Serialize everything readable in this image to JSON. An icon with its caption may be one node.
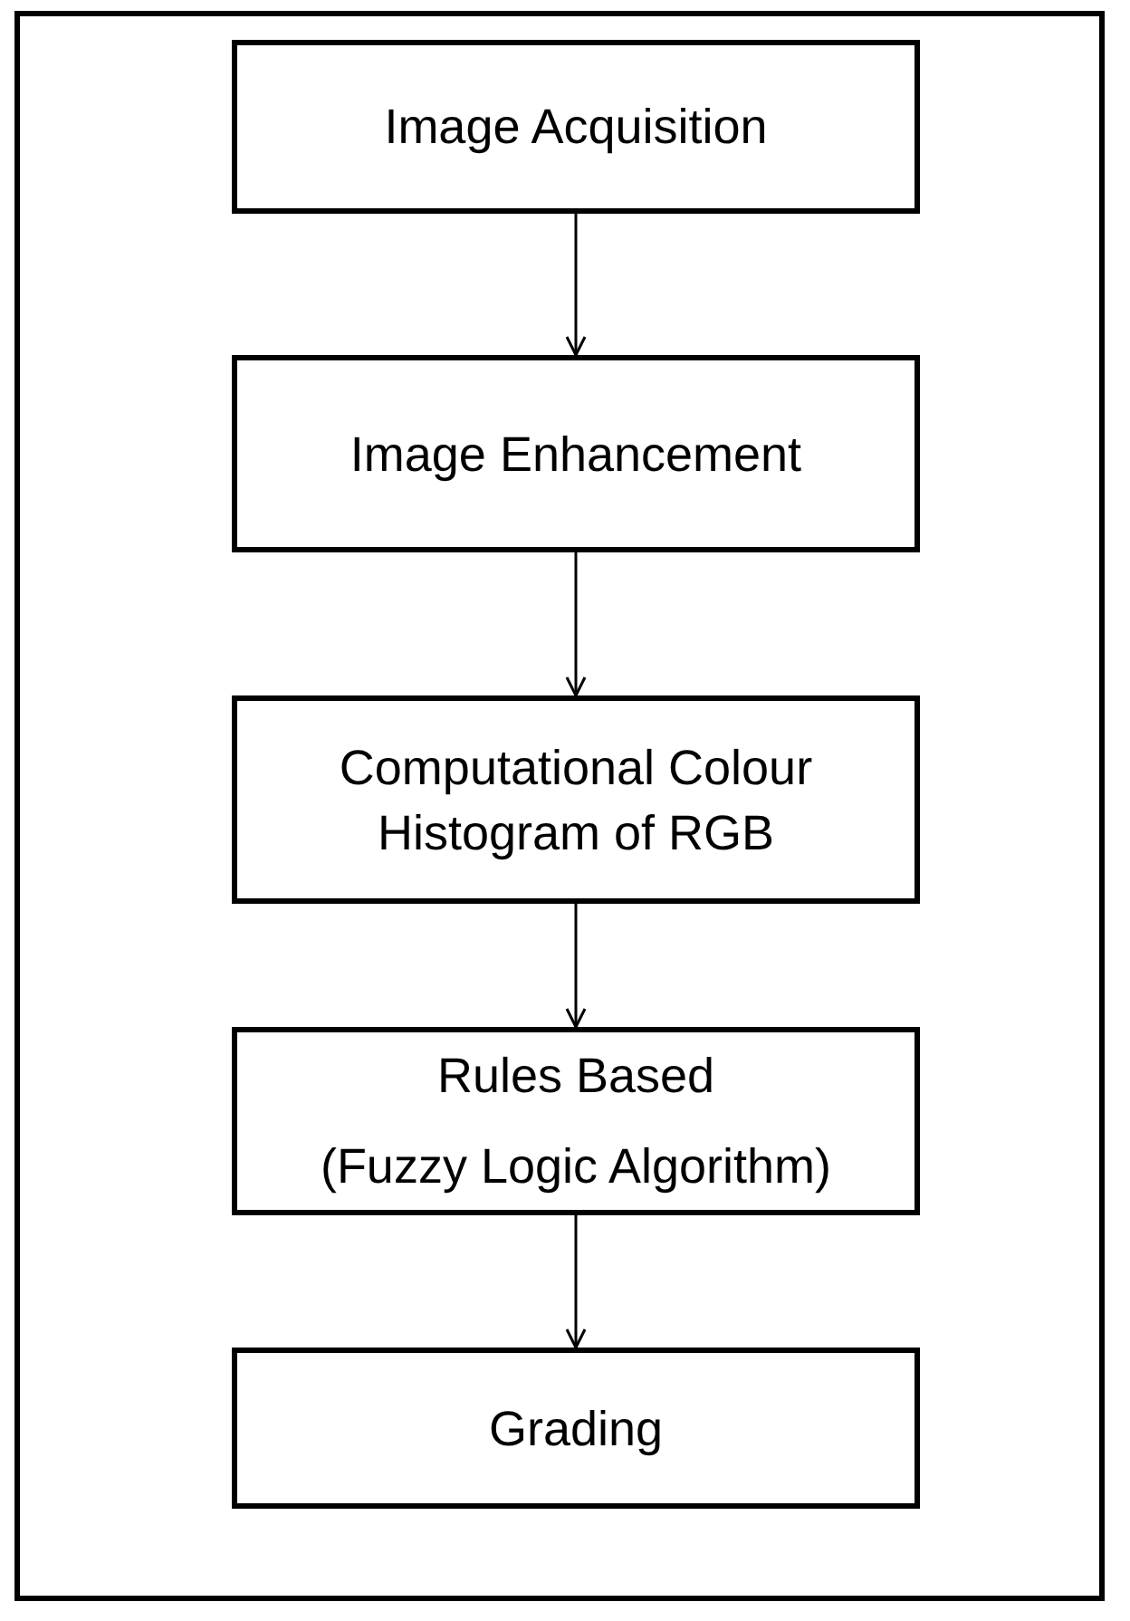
{
  "diagram": {
    "nodes": [
      {
        "text": [
          "Image Acquisition"
        ]
      },
      {
        "text": [
          "Image Enhancement"
        ]
      },
      {
        "text": [
          "Computational Colour Histogram of RGB"
        ]
      },
      {
        "text": [
          "Rules Based",
          "(Fuzzy Logic Algorithm)"
        ]
      },
      {
        "text": [
          "Grading"
        ]
      }
    ],
    "edges": [
      {
        "from": 0,
        "to": 1,
        "arrow": "to"
      },
      {
        "from": 1,
        "to": 2,
        "arrow": "to"
      },
      {
        "from": 2,
        "to": 3,
        "arrow": "to"
      },
      {
        "from": 3,
        "to": 4,
        "arrow": "to"
      }
    ]
  }
}
